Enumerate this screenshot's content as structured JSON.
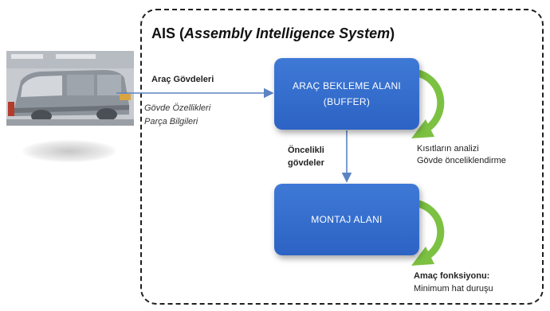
{
  "system": {
    "title_prefix": "AIS (",
    "title_italic": "Assembly Intelligence System",
    "title_suffix": ")"
  },
  "inputs": {
    "vehicle_bodies": "Araç Gövdeleri",
    "body_features": "Gövde Özellikleri",
    "part_info": "Parça Bilgileri"
  },
  "buffer": {
    "line1": "ARAÇ BEKLEME ALANI",
    "line2": "(BUFFER)",
    "loop_line1": "Kısıtların analizi",
    "loop_line2": "Gövde önceliklendirme"
  },
  "transfer": {
    "line1": "Öncelikli",
    "line2": "gövdeler"
  },
  "montaj": {
    "label": "MONTAJ ALANI",
    "loop_line1": "Amaç fonksiyonu:",
    "loop_line2": "Minimum hat duruşu"
  },
  "colors": {
    "box_fill": "#2f68c8",
    "arrow_blue": "#5a84c4",
    "loop_green": "#7cc142"
  }
}
